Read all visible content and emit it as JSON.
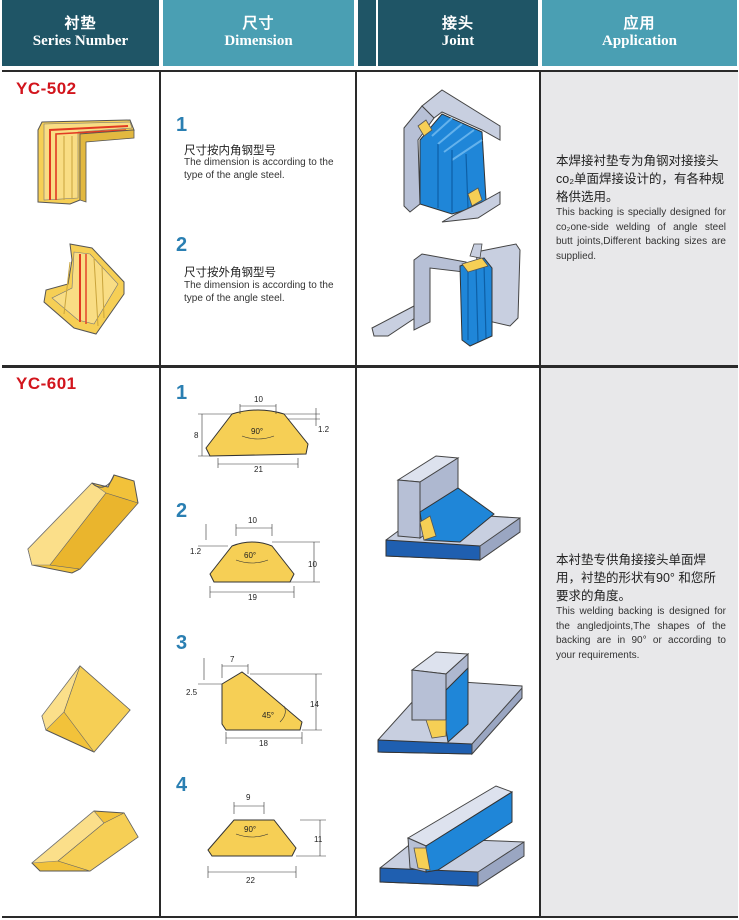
{
  "header": {
    "series": {
      "zh": "衬垫",
      "en": "Series Number"
    },
    "dimension": {
      "zh": "尺寸",
      "en": "Dimension"
    },
    "joint": {
      "zh": "接头",
      "en": "Joint"
    },
    "application": {
      "zh": "应用",
      "en": "Application"
    }
  },
  "rows": [
    {
      "code": "YC-502",
      "dims": [
        {
          "num": "1",
          "zh": "尺寸按内角钢型号",
          "en": "The dimension is according to the type of the angle steel."
        },
        {
          "num": "2",
          "zh": "尺寸按外角钢型号",
          "en": "The dimension is according to the type of the angle steel."
        }
      ],
      "app": {
        "zh": "本焊接衬垫专为角钢对接接头co₂单面焊接设计的，有各种规格供选用。",
        "en": "This backing is specially designed for co₂one-side welding of angle steel butt joints,Different backing sizes are supplied."
      }
    },
    {
      "code": "YC-601",
      "dims": [
        {
          "num": "1",
          "top": "10",
          "height": "8",
          "right": "1.2",
          "angle": "90°",
          "bottom": "21"
        },
        {
          "num": "2",
          "top": "10",
          "left": "1.2",
          "angle": "60°",
          "right": "10",
          "bottom": "19"
        },
        {
          "num": "3",
          "top": "7",
          "left": "2.5",
          "angle": "45°",
          "right": "14",
          "bottom": "18"
        },
        {
          "num": "4",
          "top": "9",
          "angle": "90°",
          "right": "11",
          "bottom": "22"
        }
      ],
      "app": {
        "zh": "本衬垫专供角接接头单面焊用，衬垫的形状有90° 和您所要求的角度。",
        "en": "This welding backing is designed for the angledjoints,The shapes of the backing are in 90° or according to your requirements."
      }
    }
  ],
  "colors": {
    "header_dark": "#1f5566",
    "header_light": "#4a9fb3",
    "code_red": "#d2151d",
    "number_blue": "#2a7fb2",
    "backing_yellow": "#f6cf55",
    "joint_blue": "#1f86d8",
    "steel_grey": "#c8cfe0"
  }
}
